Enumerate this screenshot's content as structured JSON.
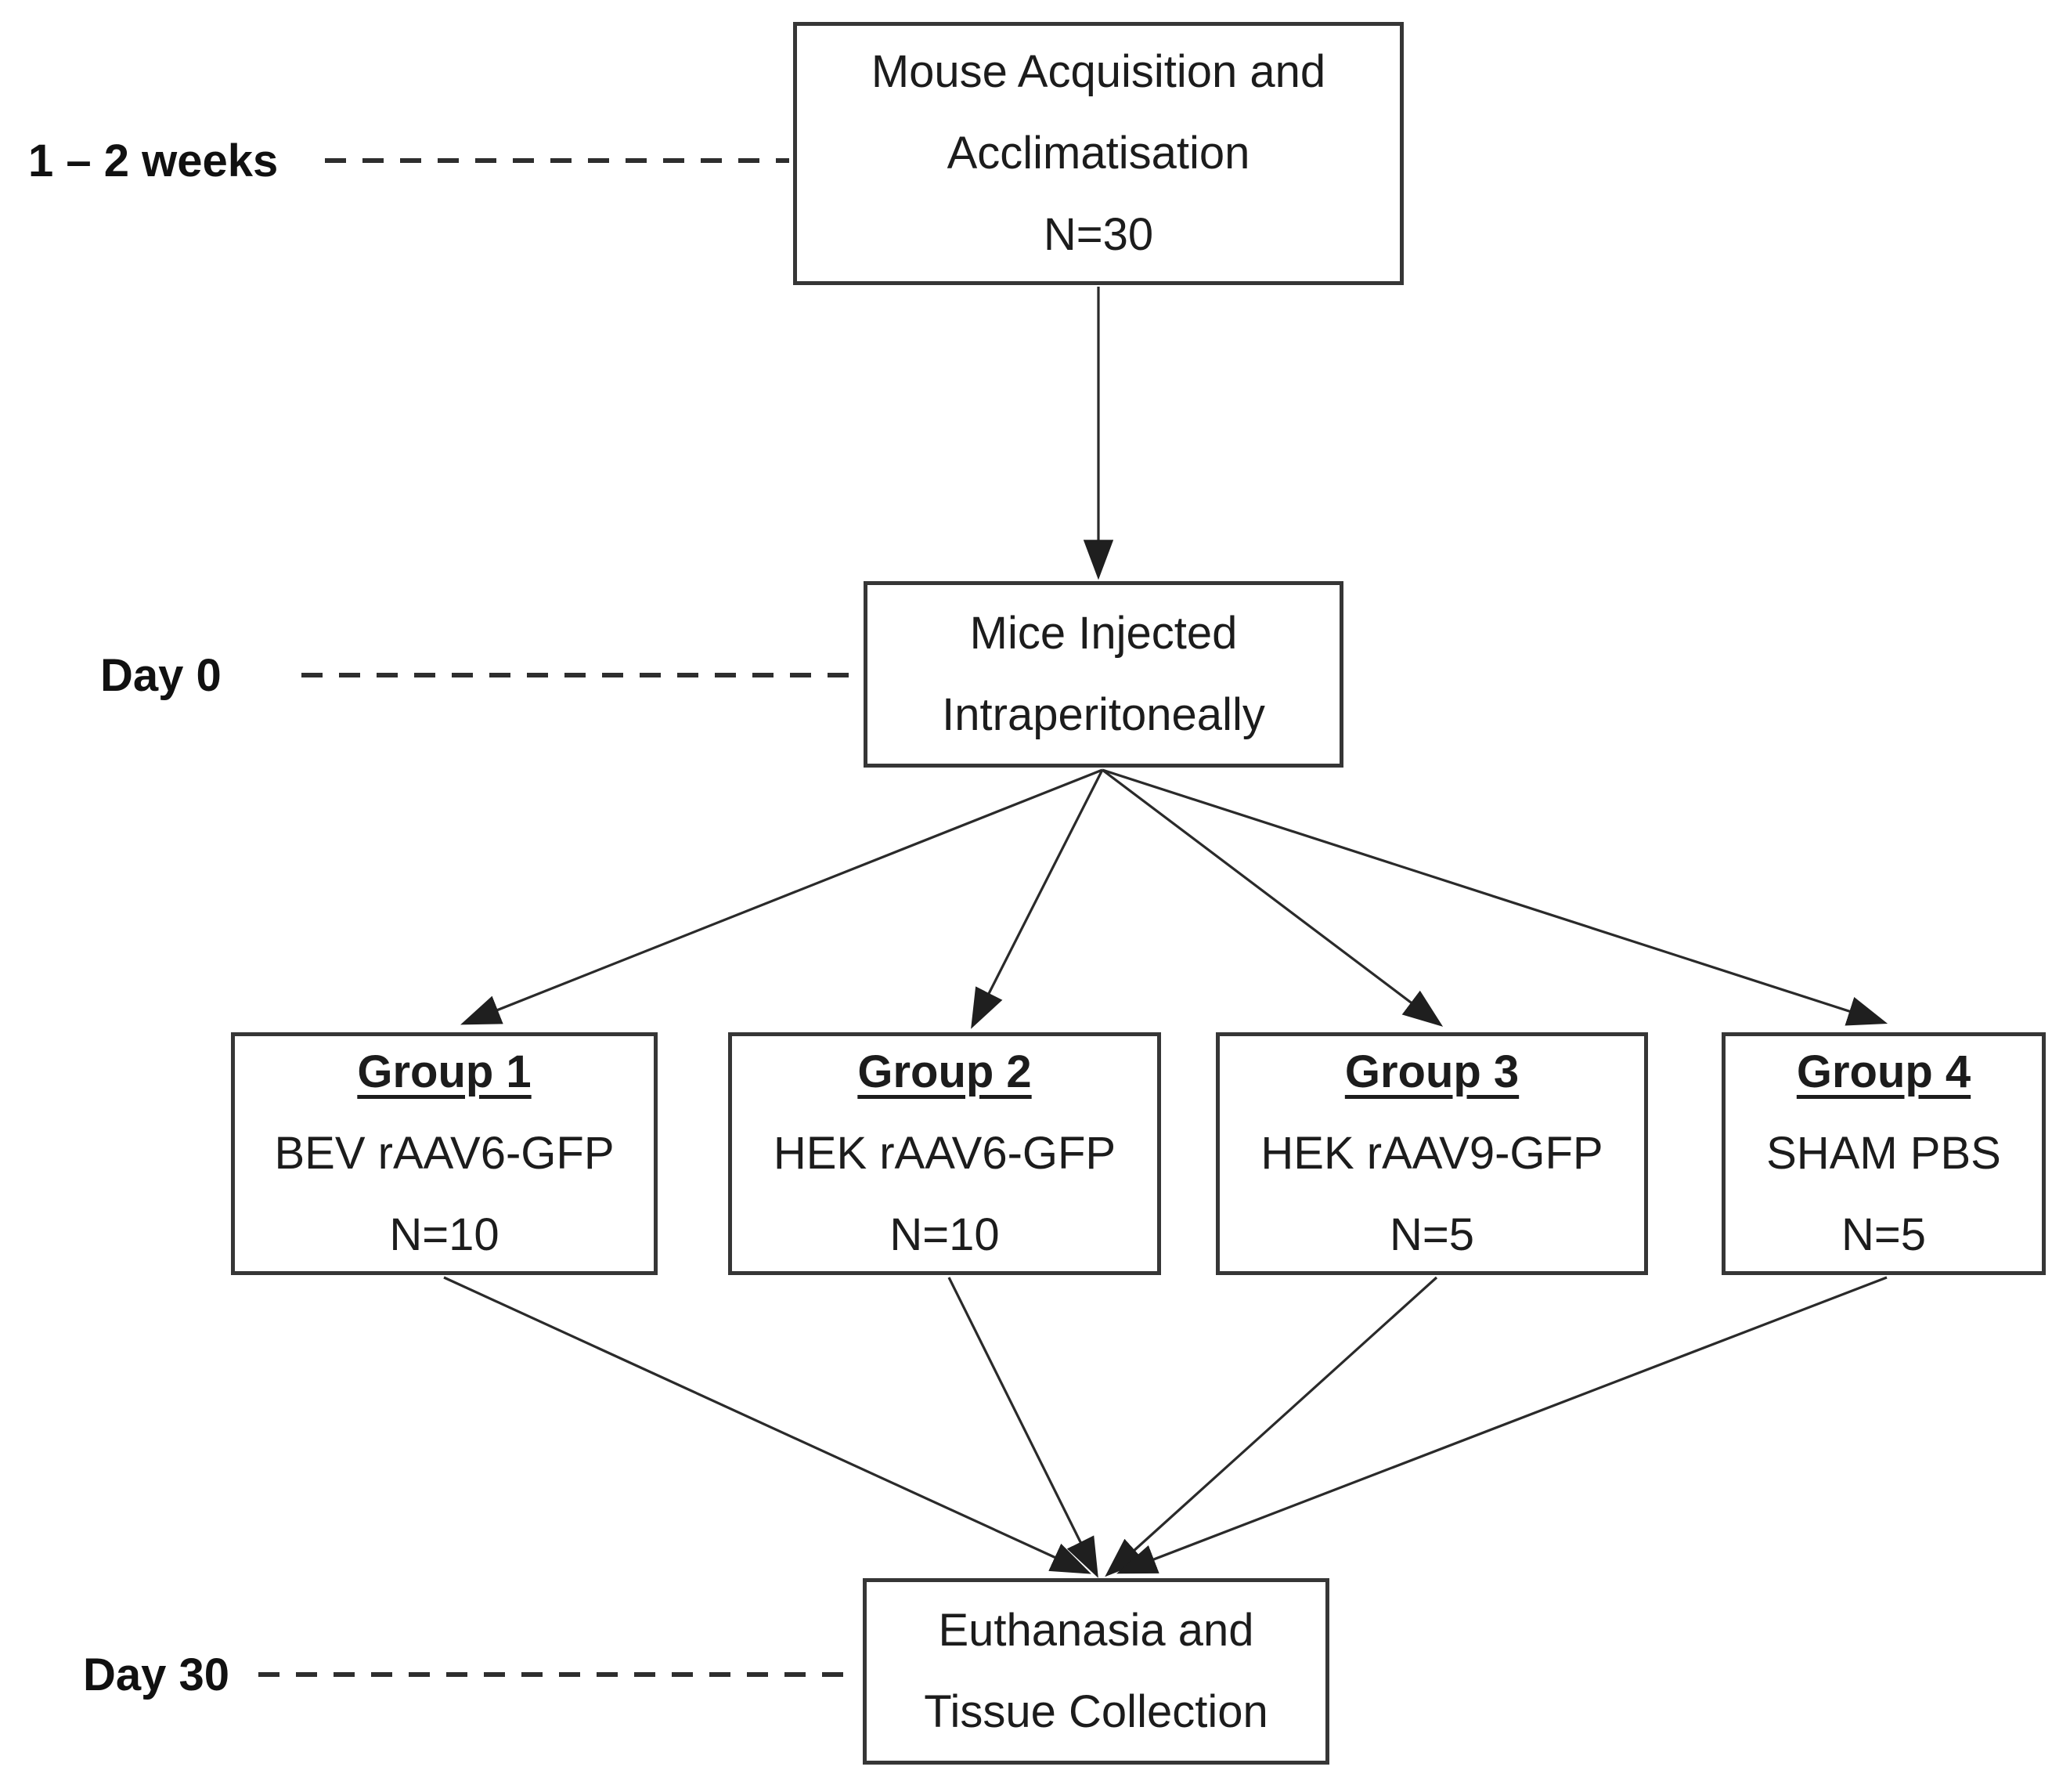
{
  "diagram": {
    "background_color": "#ffffff",
    "line_color": "#363636",
    "text_color": "#1c1c1c"
  },
  "timeline_labels": {
    "acclimatisation_period": "1 – 2 weeks",
    "injection_day": "Day 0",
    "endpoint_day": "Day 30"
  },
  "boxes": {
    "acquisition": {
      "lines": [
        "Mouse Acquisition and",
        "Acclimatisation",
        "N=30"
      ]
    },
    "injection": {
      "lines": [
        "Mice Injected",
        "Intraperitoneally"
      ]
    },
    "groups": [
      {
        "title": "Group 1",
        "treatment": "BEV rAAV6-GFP",
        "n": "N=10"
      },
      {
        "title": "Group 2",
        "treatment": "HEK rAAV6-GFP",
        "n": "N=10"
      },
      {
        "title": "Group 3",
        "treatment": "HEK rAAV9-GFP",
        "n": "N=5"
      },
      {
        "title": "Group 4",
        "treatment": "SHAM PBS",
        "n": "N=5"
      }
    ],
    "endpoint": {
      "lines": [
        "Euthanasia and",
        "Tissue Collection"
      ]
    }
  }
}
